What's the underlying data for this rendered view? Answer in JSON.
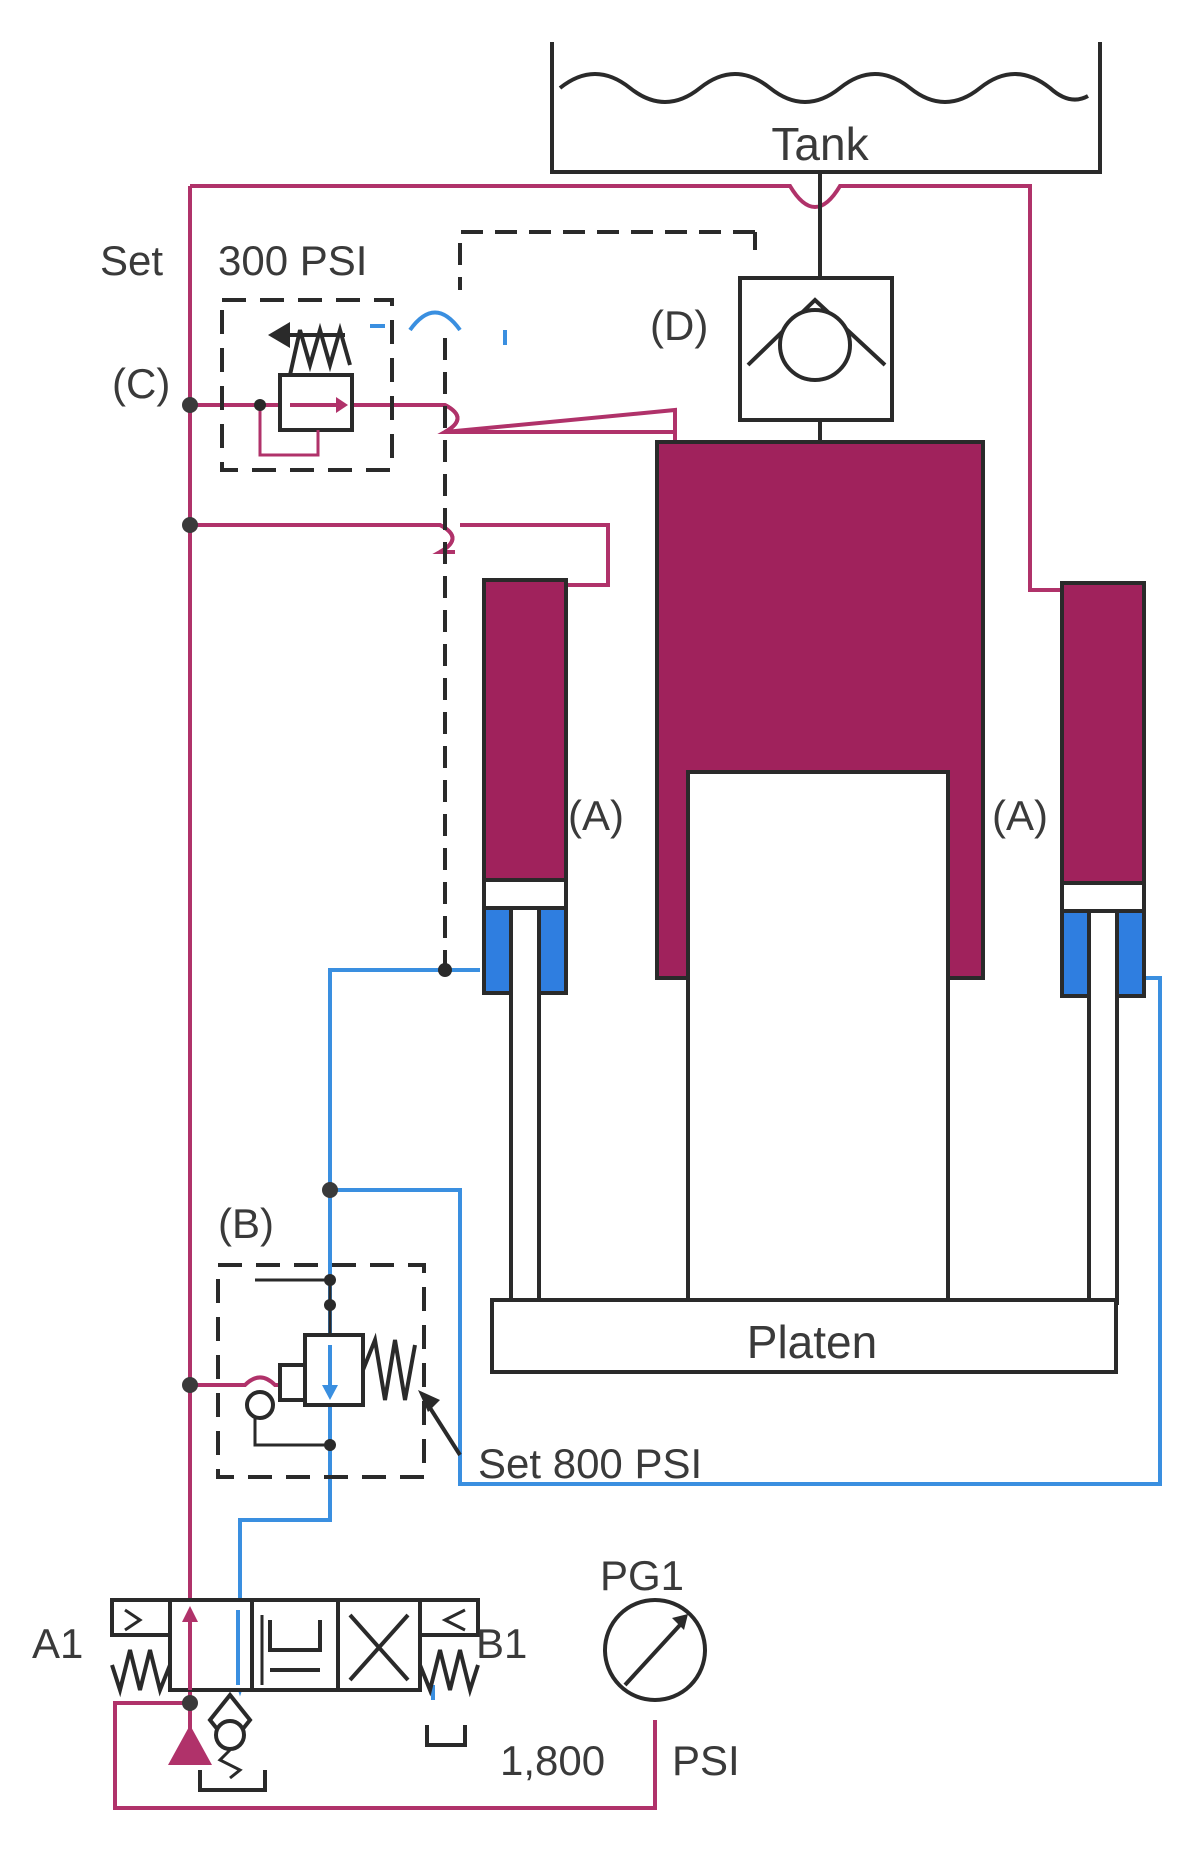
{
  "labels": {
    "tank": "Tank",
    "set_top": "Set",
    "set_top_value": "300 PSI",
    "valve_c": "(C)",
    "valve_d": "(D)",
    "cyl_left": "(A)",
    "cyl_right": "(A)",
    "valve_b": "(B)",
    "set_b": "Set 800 PSI",
    "platen": "Platen",
    "port_a1": "A1",
    "port_b1": "B1",
    "gauge": "PG1",
    "gauge_value": "1,800",
    "gauge_unit": "PSI"
  },
  "colors": {
    "pressure_line": "#b0326a",
    "return_line": "#3a8fe0",
    "ram_fill": "#a0225c",
    "cyl_rod_side": "#2f7ee0",
    "outline": "#2a2a2a"
  }
}
